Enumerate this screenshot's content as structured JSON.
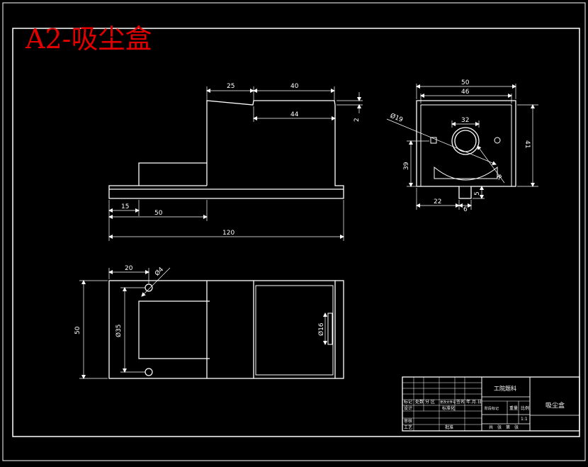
{
  "drawing_title": "A2-吸尘盒",
  "colors": {
    "background": "#000000",
    "line": "#ffffff",
    "title": "#e00000"
  },
  "front_view": {
    "dims": {
      "d25": "25",
      "d40": "40",
      "d44": "44",
      "d2": "2",
      "d15": "15",
      "d50": "50",
      "d120": "120"
    }
  },
  "side_view": {
    "dims": {
      "d50": "50",
      "d46": "46",
      "d32": "32",
      "hole": "Ø19",
      "d39": "39",
      "d41": "41",
      "d22": "22",
      "d6": "6",
      "d5": "5",
      "radius": "R"
    }
  },
  "top_view": {
    "dims": {
      "d20": "20",
      "hole": "Ø4",
      "d50": "50",
      "d35": "Ø35",
      "d16": "Ø16"
    }
  },
  "title_block": {
    "company": "工院题科",
    "part_name": "吸尘盒",
    "row1": [
      "标记",
      "处数",
      "分 区",
      "更改文件号",
      "签名",
      "年.月.日"
    ],
    "row2": [
      "设计",
      "标准化",
      "阶段标记",
      "重量",
      "比例"
    ],
    "scale": "1:1",
    "row3": [
      "审核"
    ],
    "row4": [
      "工艺",
      "批准",
      "共",
      "张",
      "第",
      "张"
    ]
  }
}
